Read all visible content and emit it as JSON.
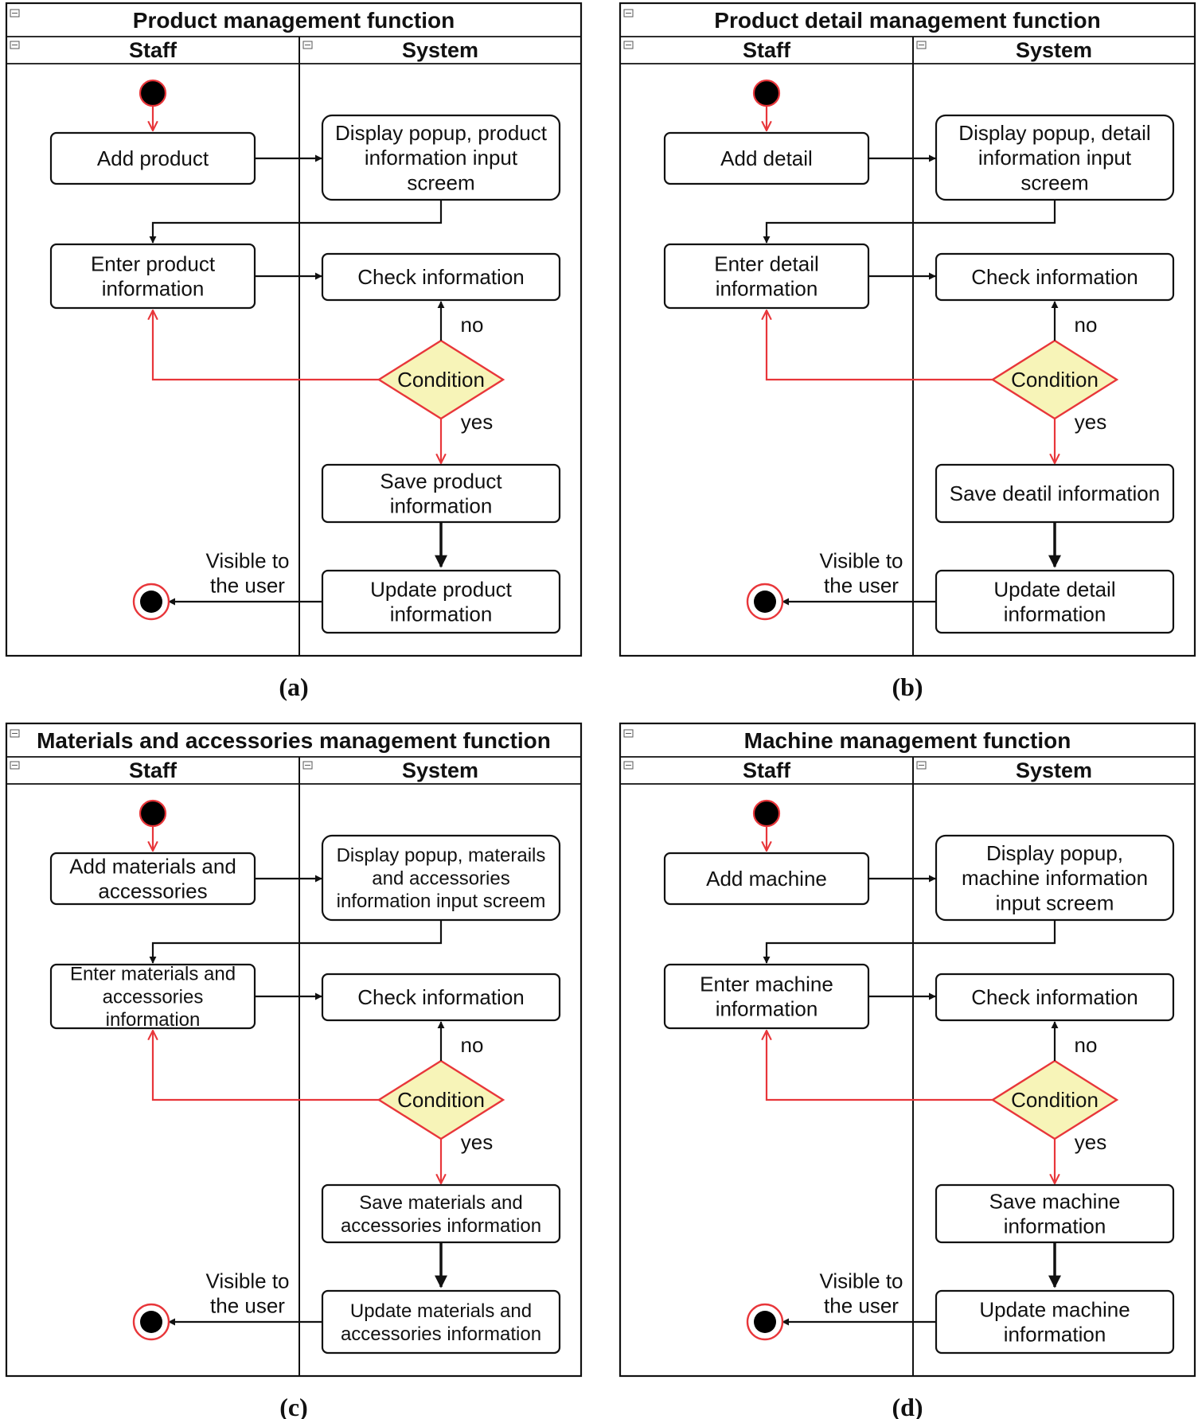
{
  "panels": [
    {
      "id": "a",
      "title": "Product management function",
      "caption": "(a)",
      "lanes": {
        "staff": "Staff",
        "system": "System"
      },
      "add": [
        "Add product"
      ],
      "display": [
        "Display popup, product",
        "information input",
        "screem"
      ],
      "enter": [
        "Enter product",
        "information"
      ],
      "check": [
        "Check information"
      ],
      "condition": "Condition",
      "no": "no",
      "yes": "yes",
      "save": [
        "Save product",
        "information"
      ],
      "update": [
        "Update product",
        "information"
      ],
      "visible": [
        "Visible to",
        "the user"
      ]
    },
    {
      "id": "b",
      "title": "Product detail management function",
      "caption": "(b)",
      "lanes": {
        "staff": "Staff",
        "system": "System"
      },
      "add": [
        "Add detail"
      ],
      "display": [
        "Display popup, detail",
        "information input",
        "screem"
      ],
      "enter": [
        "Enter detail",
        "information"
      ],
      "check": [
        "Check information"
      ],
      "condition": "Condition",
      "no": "no",
      "yes": "yes",
      "save": [
        "Save deatil information"
      ],
      "update": [
        "Update detail",
        "information"
      ],
      "visible": [
        "Visible to",
        "the user"
      ]
    },
    {
      "id": "c",
      "title": "Materials and accessories management function",
      "caption": "(c)",
      "lanes": {
        "staff": "Staff",
        "system": "System"
      },
      "add": [
        "Add materials and",
        "accessories"
      ],
      "display": [
        "Display popup, materails",
        "and accessories",
        "information input screem"
      ],
      "enter": [
        "Enter materials and",
        "accessories",
        "information"
      ],
      "check": [
        "Check information"
      ],
      "condition": "Condition",
      "no": "no",
      "yes": "yes",
      "save": [
        "Save materials and",
        "accessories information"
      ],
      "update": [
        "Update materials and",
        "accessories information"
      ],
      "visible": [
        "Visible to",
        "the user"
      ]
    },
    {
      "id": "d",
      "title": "Machine management function",
      "caption": "(d)",
      "lanes": {
        "staff": "Staff",
        "system": "System"
      },
      "add": [
        "Add machine"
      ],
      "display": [
        "Display popup,",
        "machine information",
        "input screem"
      ],
      "enter": [
        "Enter machine",
        "information"
      ],
      "check": [
        "Check information"
      ],
      "condition": "Condition",
      "no": "no",
      "yes": "yes",
      "save": [
        "Save machine",
        "information"
      ],
      "update": [
        "Update machine",
        "information"
      ],
      "visible": [
        "Visible to",
        "the user"
      ]
    }
  ],
  "colors": {
    "flow_red": "#e8363a",
    "condition_fill": "#f7f4b8",
    "condition_border": "#e8363a",
    "line": "#111111"
  }
}
